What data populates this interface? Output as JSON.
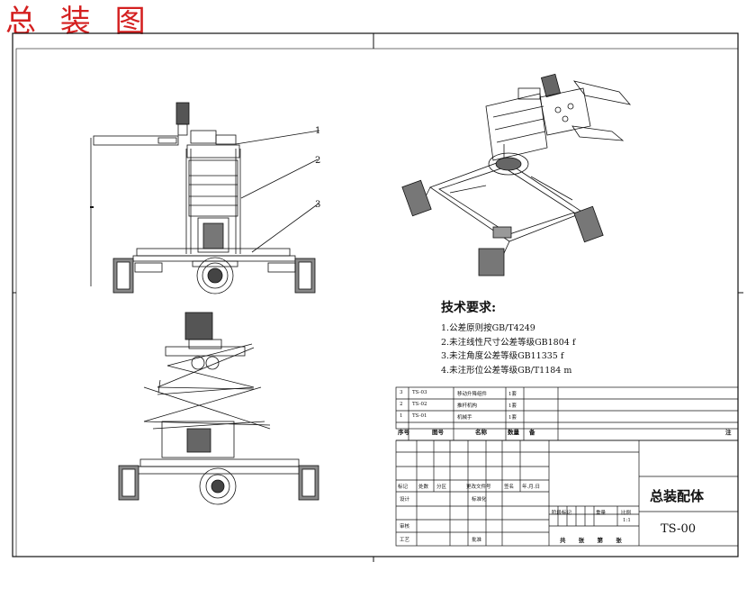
{
  "header": {
    "title": "总 装 图"
  },
  "callouts": [
    "1",
    "2",
    "3"
  ],
  "tech_requirements": {
    "title": "技术要求:",
    "items": [
      "1.公差原则按GB/T4249",
      "2.未注线性尺寸公差等级GB1804 f",
      "3.未注角度公差等级GB11335 f",
      "4.未注形位公差等级GB/T1184 m"
    ]
  },
  "parts_list": {
    "rows": [
      {
        "no": "3",
        "code": "TS-03",
        "name": "移动升降组件",
        "qty": "1套"
      },
      {
        "no": "2",
        "code": "TS-02",
        "name": "推杆机构",
        "qty": "1套"
      },
      {
        "no": "1",
        "code": "TS-01",
        "name": "机械手",
        "qty": "1套"
      }
    ],
    "header": {
      "no": "序号",
      "code": "图号",
      "name": "名称",
      "qty": "数量",
      "material": "备",
      "note": "注"
    }
  },
  "title_block": {
    "change_row": [
      "标记",
      "处数",
      "分区",
      "更改文件号",
      "签名",
      "年.月.日"
    ],
    "design": "设计",
    "standardize": "标准化",
    "review": "审核",
    "process": "工艺",
    "approve": "批准",
    "stage_labels": [
      "阶段标记",
      "重量",
      "比例"
    ],
    "scale": "1:1",
    "sheet_info": "共 张 第 张",
    "drawing_name": "总装配体",
    "drawing_number": "TS-00"
  }
}
